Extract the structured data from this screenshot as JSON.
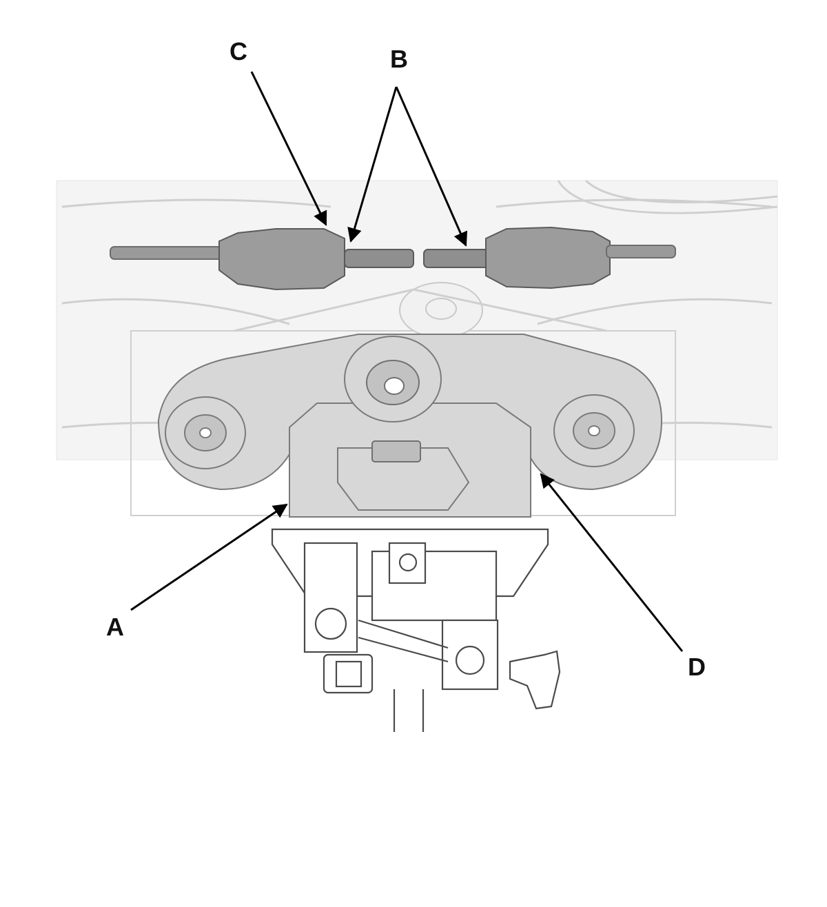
{
  "callouts": {
    "a": "A",
    "b": "B",
    "c": "C",
    "d": "D"
  },
  "colors": {
    "background": "#ffffff",
    "ink": "#000000",
    "shaft": "#8f8f8f",
    "ghost": "#f1f1f1"
  }
}
